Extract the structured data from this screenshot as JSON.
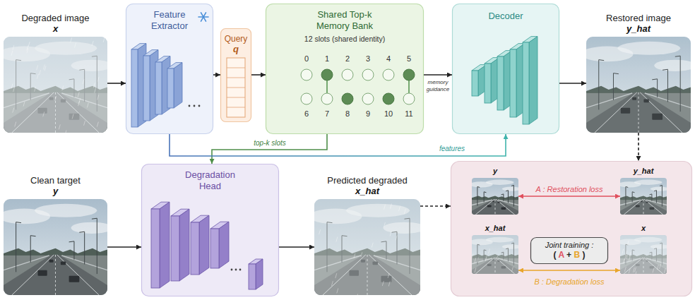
{
  "diagram": {
    "nodes": [
      {
        "text": [
          "Degraded image",
          "x"
        ]
      },
      {
        "text": [
          "Feature Extractor"
        ]
      },
      {
        "text": [
          "Query",
          "q"
        ]
      },
      {
        "text": [
          "Shared Top-k Memory Bank",
          "12 slots (shared identity)"
        ]
      },
      {
        "text": [
          "Decoder"
        ]
      },
      {
        "text": [
          "Restored image",
          "y_hat"
        ]
      },
      {
        "text": [
          "Clean target",
          "y"
        ]
      },
      {
        "text": [
          "Degradation Head"
        ]
      },
      {
        "text": [
          "Predicted degraded",
          "x_hat"
        ]
      },
      {
        "text": []
      },
      {
        "text": [
          "y"
        ],
        "in": 9
      },
      {
        "text": [
          "y_hat"
        ],
        "in": 9
      },
      {
        "text": [
          "x_hat"
        ],
        "in": 9
      },
      {
        "text": [
          "Joint training :",
          "( A + B )"
        ],
        "in": 9
      },
      {
        "text": [
          "x"
        ],
        "in": 9
      }
    ],
    "edges": [
      {
        "from": 0,
        "to": 1,
        "arrow": "to"
      },
      {
        "from": 1,
        "to": 2,
        "arrow": "to"
      },
      {
        "from": 2,
        "to": 3,
        "arrow": "to"
      },
      {
        "from": 3,
        "to": 4,
        "label": "memory guidance",
        "arrow": "to"
      },
      {
        "from": 4,
        "to": 5,
        "arrow": "to"
      },
      {
        "from": 3,
        "to": 7,
        "label": "top-k slots",
        "arrow": "to"
      },
      {
        "from": 1,
        "to": 4,
        "label": "features",
        "arrow": "to"
      },
      {
        "from": 6,
        "to": 7,
        "arrow": "to"
      },
      {
        "from": 7,
        "to": 8,
        "arrow": "to"
      },
      {
        "from": 5,
        "to": 9,
        "arrow": "to"
      },
      {
        "from": 8,
        "to": 9,
        "arrow": "to"
      },
      {
        "from": 10,
        "to": 11,
        "label": "A : Restoration loss",
        "arrow": "both"
      },
      {
        "from": 12,
        "to": 14,
        "label": "B : Degradation loss",
        "arrow": "both"
      }
    ],
    "labels": [
      "0",
      "1",
      "2",
      "3",
      "4",
      "5",
      "6",
      "7",
      "8",
      "9",
      "10",
      "11"
    ]
  }
}
